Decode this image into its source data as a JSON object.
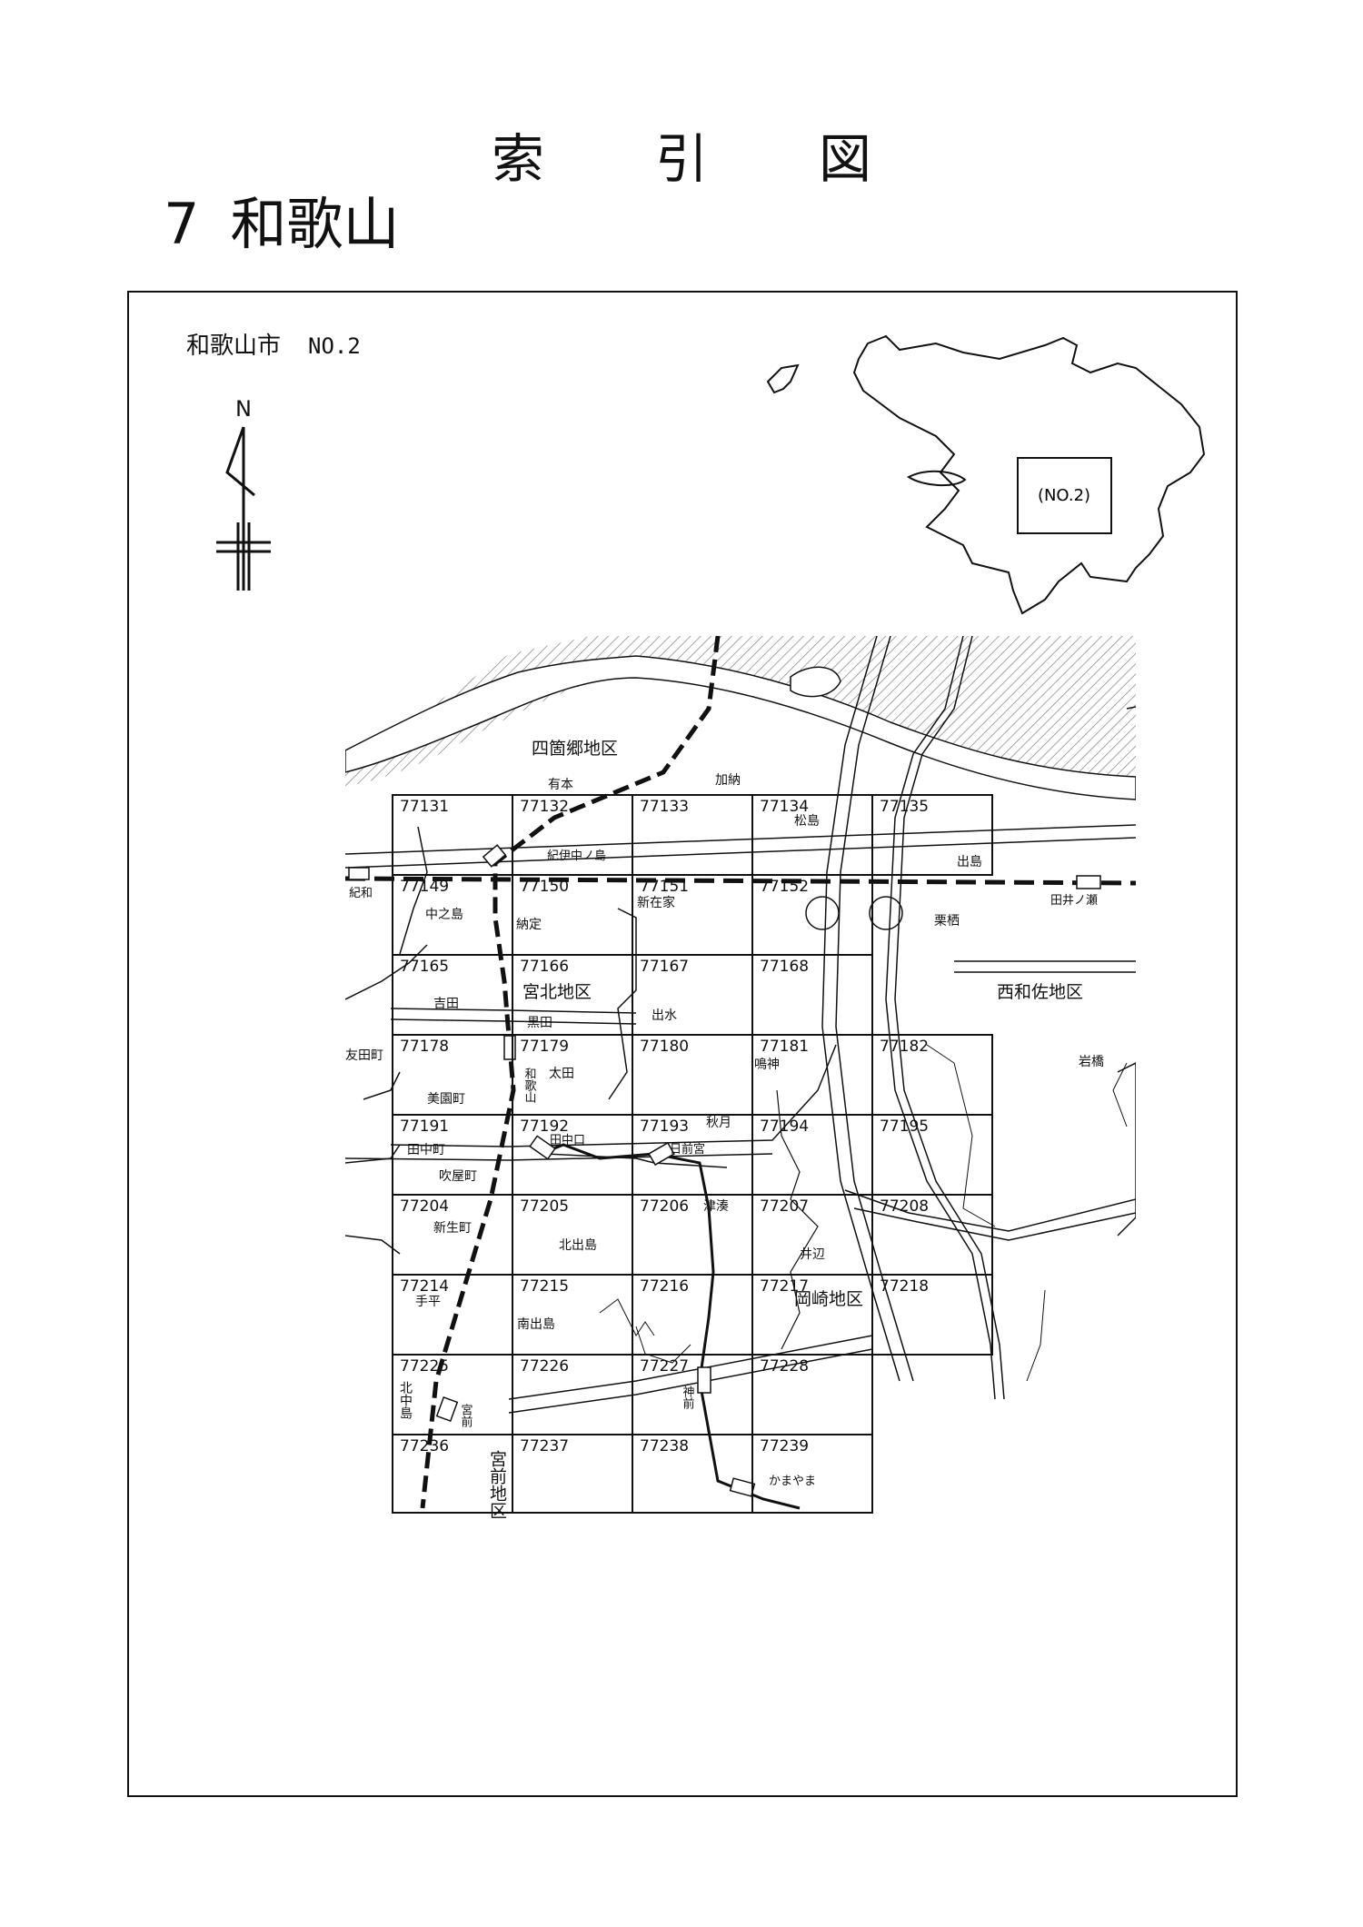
{
  "header": {
    "title_chars": [
      "索",
      "引",
      "図"
    ],
    "section_number": "7",
    "section_name": "和歌山"
  },
  "map": {
    "subtitle_city": "和歌山市",
    "subtitle_no": "NO.2",
    "inset_label": "(NO.2)",
    "north_label": "N",
    "grid_cells": [
      "77131",
      "77132",
      "77133",
      "77134",
      "77135",
      "77149",
      "77150",
      "77151",
      "77152",
      "77165",
      "77166",
      "77167",
      "77168",
      "77178",
      "77179",
      "77180",
      "77181",
      "77182",
      "77191",
      "77192",
      "77193",
      "77194",
      "77195",
      "77204",
      "77205",
      "77206",
      "77207",
      "77208",
      "77214",
      "77215",
      "77216",
      "77217",
      "77218",
      "77225",
      "77226",
      "77227",
      "77228",
      "77236",
      "77237",
      "77238",
      "77239"
    ],
    "districts": {
      "shikago": "四箇郷地区",
      "miyakita": "宮北地区",
      "nishiwasa": "西和佐地区",
      "okazaki": "岡崎地区",
      "miyamae": "宮前地区"
    },
    "places": {
      "arimoto": "有本",
      "kano": "加納",
      "matsushima": "松島",
      "dejima": "出島",
      "shinzaike": "新在家",
      "nakanoshima": "中之島",
      "nojo": "納定",
      "kuruso": "栗栖",
      "yoshida": "吉田",
      "kuroda": "黒田",
      "demizu": "出水",
      "tomodacho": "友田町",
      "ota": "太田",
      "narukami": "鳴神",
      "iwahashi": "岩橋",
      "misonocho": "美園町",
      "akizuki": "秋月",
      "tanakacho": "田中町",
      "fukiyacho": "吹屋町",
      "shinseicho": "新生町",
      "kitadejima": "北出島",
      "tsuminato": "津湊",
      "inobe": "井辺",
      "tebira": "手平",
      "minamidejima": "南出島",
      "kitanakajima": "北中島"
    },
    "stations": {
      "kiinakanoshima": "紀伊中ノ島",
      "kiwa": "紀和",
      "tainose": "田井ノ瀬",
      "wakayama": "和歌山",
      "tanakaguchi": "田中口",
      "nichizengu": "日前宮",
      "miyamae": "宮前",
      "kanmae": "神前",
      "kamayama": "かまやま"
    }
  }
}
